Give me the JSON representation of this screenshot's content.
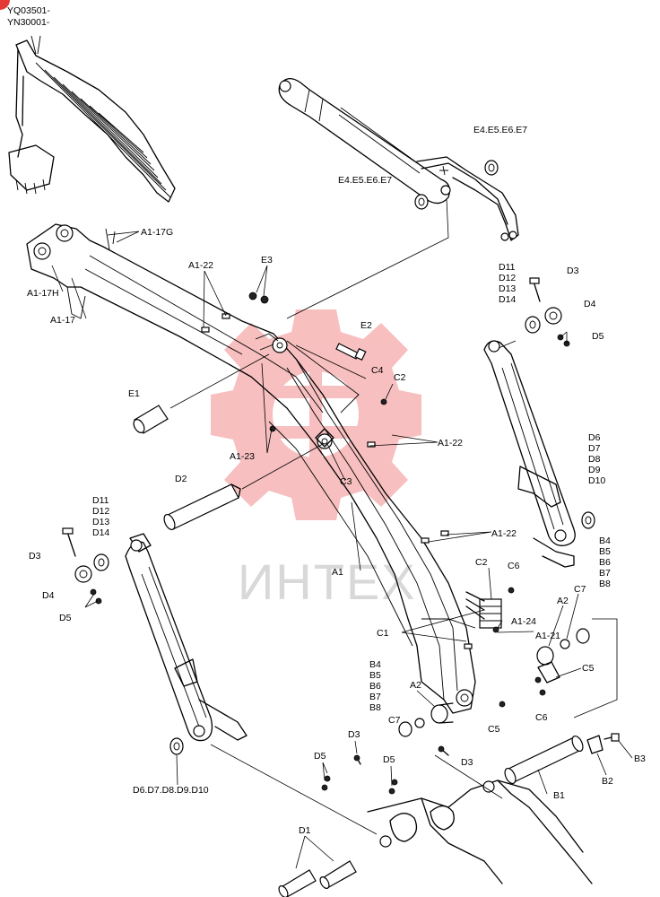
{
  "serials": [
    "YQ03501-",
    "YN30001-"
  ],
  "watermark": {
    "text": "ИНТЕХ",
    "gear_color": "#f28b8b",
    "text_color": "#d8d8d8"
  },
  "colors": {
    "badge": "#e53935",
    "ink": "#000000"
  },
  "labels": {
    "a1_17g": "A1-17G",
    "a1_17h": "A1-17H",
    "a1_17": "A1-17",
    "a1_22_top": "A1-22",
    "e3": "E3",
    "e4_top": "E4.E5.E6.E7",
    "e4_mid": "E4.E5.E6.E7",
    "d3_r": "D3",
    "d4_r": "D4",
    "d5_r": "D5",
    "e2": "E2",
    "c4": "C4",
    "c2_top": "C2",
    "e1": "E1",
    "a1_22_mid": "A1-22",
    "a1_23": "A1-23",
    "c3": "C3",
    "d2": "D2",
    "a1_22_low": "A1-22",
    "a1": "A1",
    "c2_low": "C2",
    "c6_top": "C6",
    "a2_r": "A2",
    "c7_r": "C7",
    "a1_24": "A1-24",
    "a1_21": "A1-21",
    "c1": "C1",
    "c5_r": "C5",
    "a2_c": "A2",
    "c6_low": "C6",
    "c5_low": "C5",
    "c7_c": "C7",
    "d3_l": "D3",
    "d4_l": "D4",
    "d5_l": "D5",
    "d6_bottom": "D6.D7.D8.D9.D10",
    "d3_b1": "D3",
    "d5_b1": "D5",
    "d5_b2": "D5",
    "d3_b2": "D3",
    "d1": "D1",
    "b1": "B1",
    "b2": "B2",
    "b3": "B3"
  },
  "stacks": {
    "d11_r": [
      "D11",
      "D12",
      "D13",
      "D14"
    ],
    "d6_r": [
      "D6",
      "D7",
      "D8",
      "D9",
      "D10"
    ],
    "b4_r": [
      "B4",
      "B5",
      "B6",
      "B7",
      "B8"
    ],
    "d11_l": [
      "D11",
      "D12",
      "D13",
      "D14"
    ],
    "b4_c": [
      "B4",
      "B5",
      "B6",
      "B7",
      "B8"
    ]
  }
}
